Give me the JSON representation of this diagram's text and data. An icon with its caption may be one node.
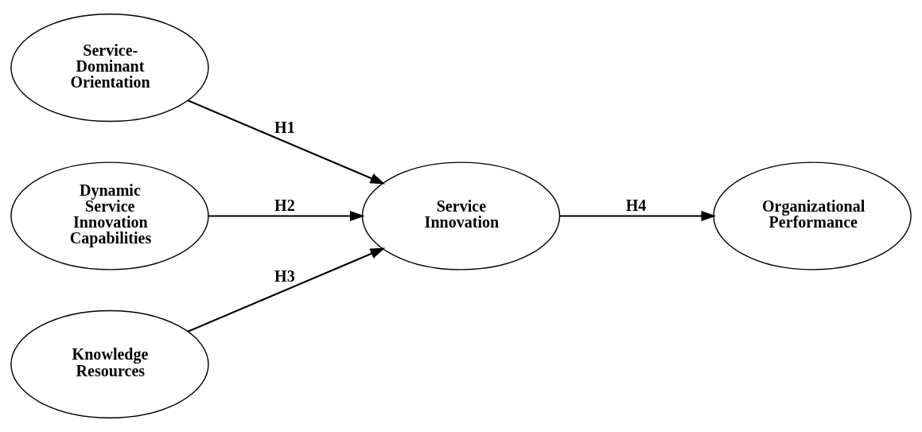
{
  "diagram": {
    "nodes": [
      {
        "text": [
          "Service-Dominant Orientation"
        ]
      },
      {
        "text": [
          "Dynamic Service Innovation Capabilities"
        ]
      },
      {
        "text": [
          "Knowledge Resources"
        ]
      },
      {
        "text": [
          "Service Innovation"
        ]
      },
      {
        "text": [
          "Organizational Performance"
        ]
      }
    ],
    "edges": [
      {
        "from": 0,
        "to": 3,
        "arrow": "to",
        "label": "H1"
      },
      {
        "from": 1,
        "to": 3,
        "arrow": "to",
        "label": "H2"
      },
      {
        "from": 2,
        "to": 3,
        "arrow": "to",
        "label": "H3"
      },
      {
        "from": 3,
        "to": 4,
        "arrow": "to",
        "label": "H4"
      }
    ]
  }
}
